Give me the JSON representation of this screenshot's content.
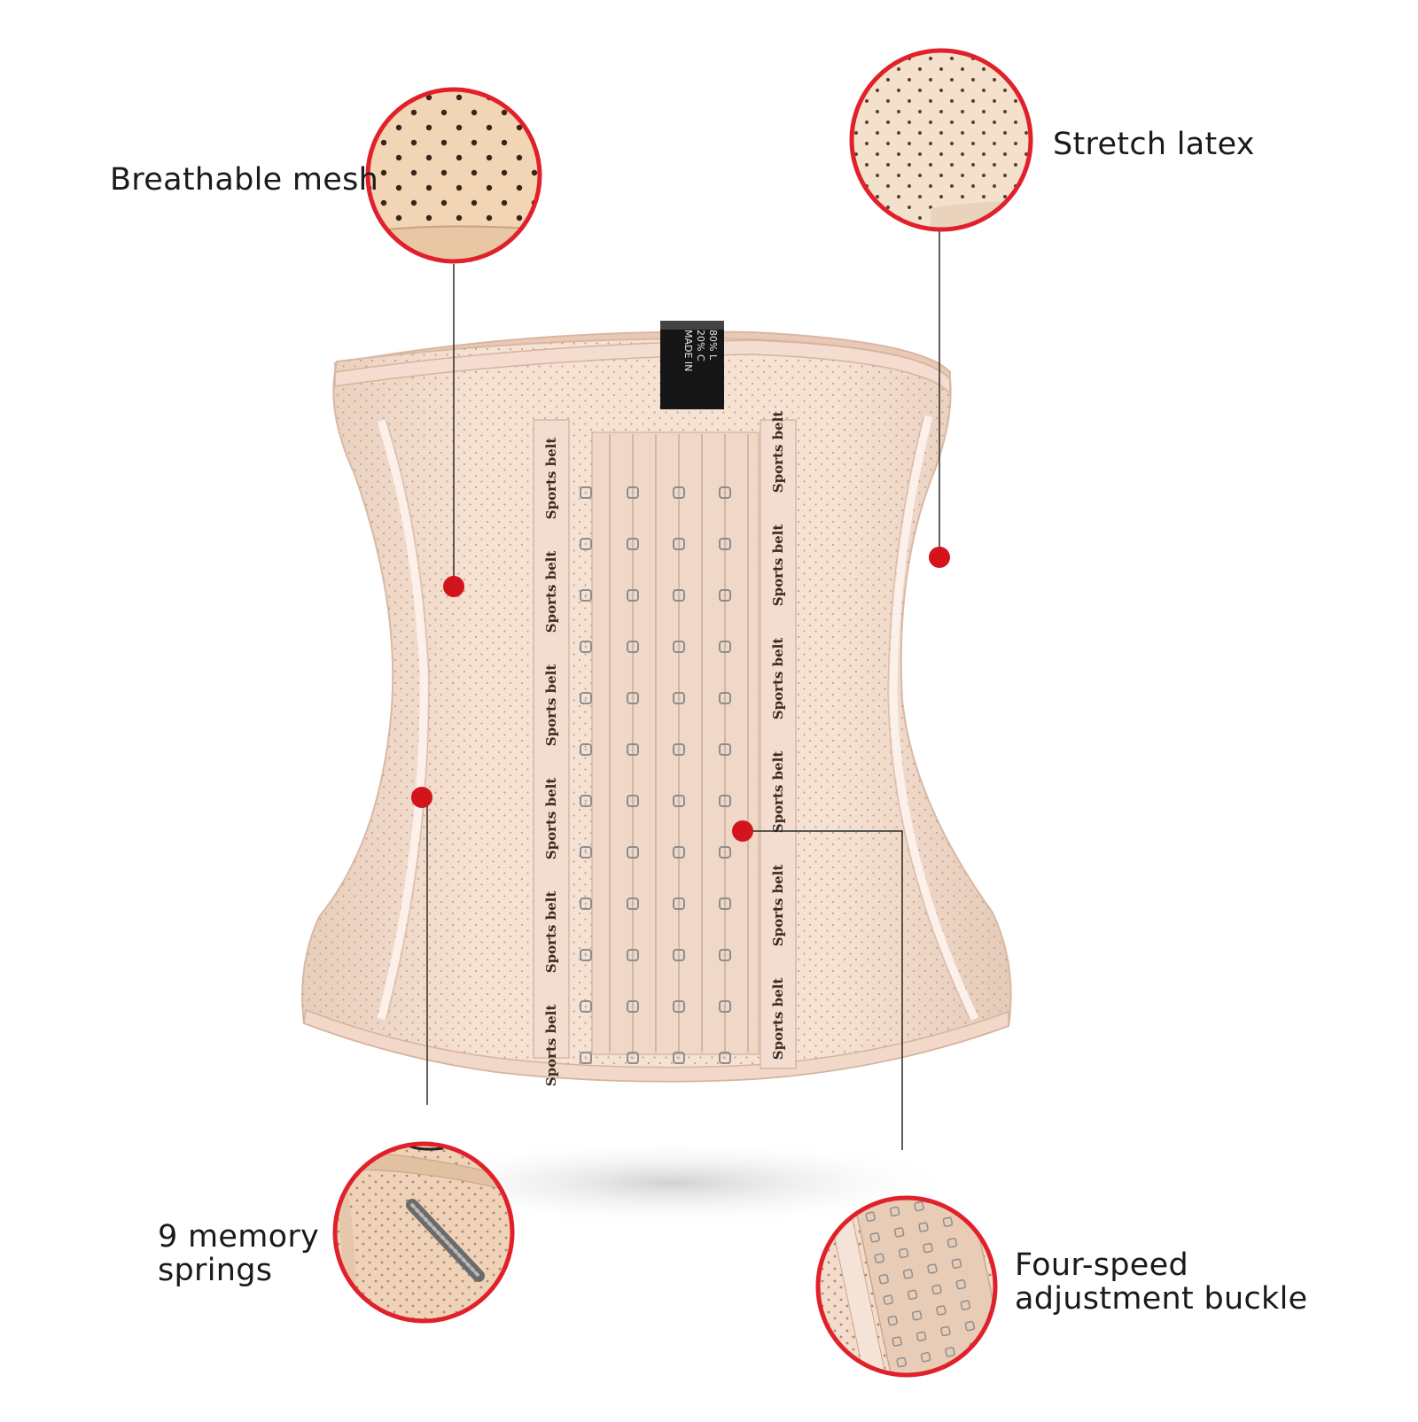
{
  "features": {
    "breathable_mesh": {
      "label": "Breathable mesh"
    },
    "stretch_latex": {
      "label": "Stretch latex"
    },
    "memory_springs": {
      "line1": "9 memory",
      "line2": "springs"
    },
    "adjustment_buckle": {
      "line1": "Four-speed",
      "line2": "adjustment buckle"
    }
  },
  "product": {
    "strip_text": "Sports belt",
    "tag_lines": [
      "80% L",
      "20% C",
      "MADE IN"
    ]
  },
  "colors": {
    "callout_red": "#d3141d",
    "ring_red": "#e0212b",
    "latex_nude": "#f3dccb",
    "mesh_tan": "#f1d7b8",
    "tag_black": "#161616"
  }
}
